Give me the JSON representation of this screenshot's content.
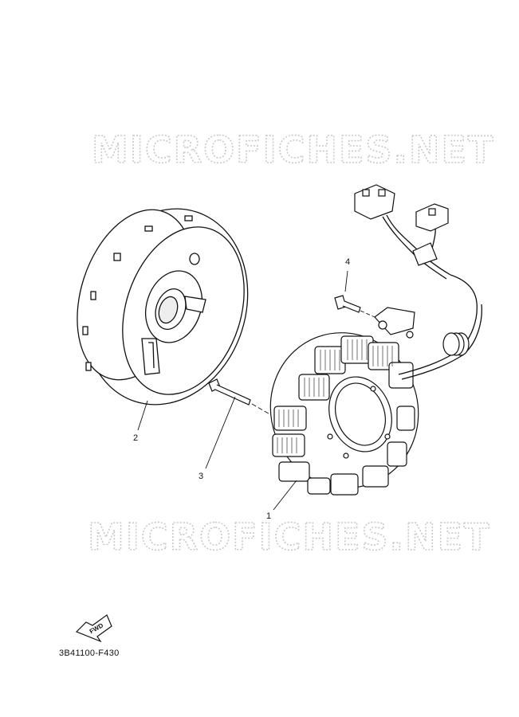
{
  "watermark": "MICROFICHES.NET",
  "callouts": {
    "stator": "1",
    "rotor": "2",
    "bolt": "3",
    "screw": "4"
  },
  "fwd_label": "FWD",
  "reference_code": "3B41100-F430"
}
